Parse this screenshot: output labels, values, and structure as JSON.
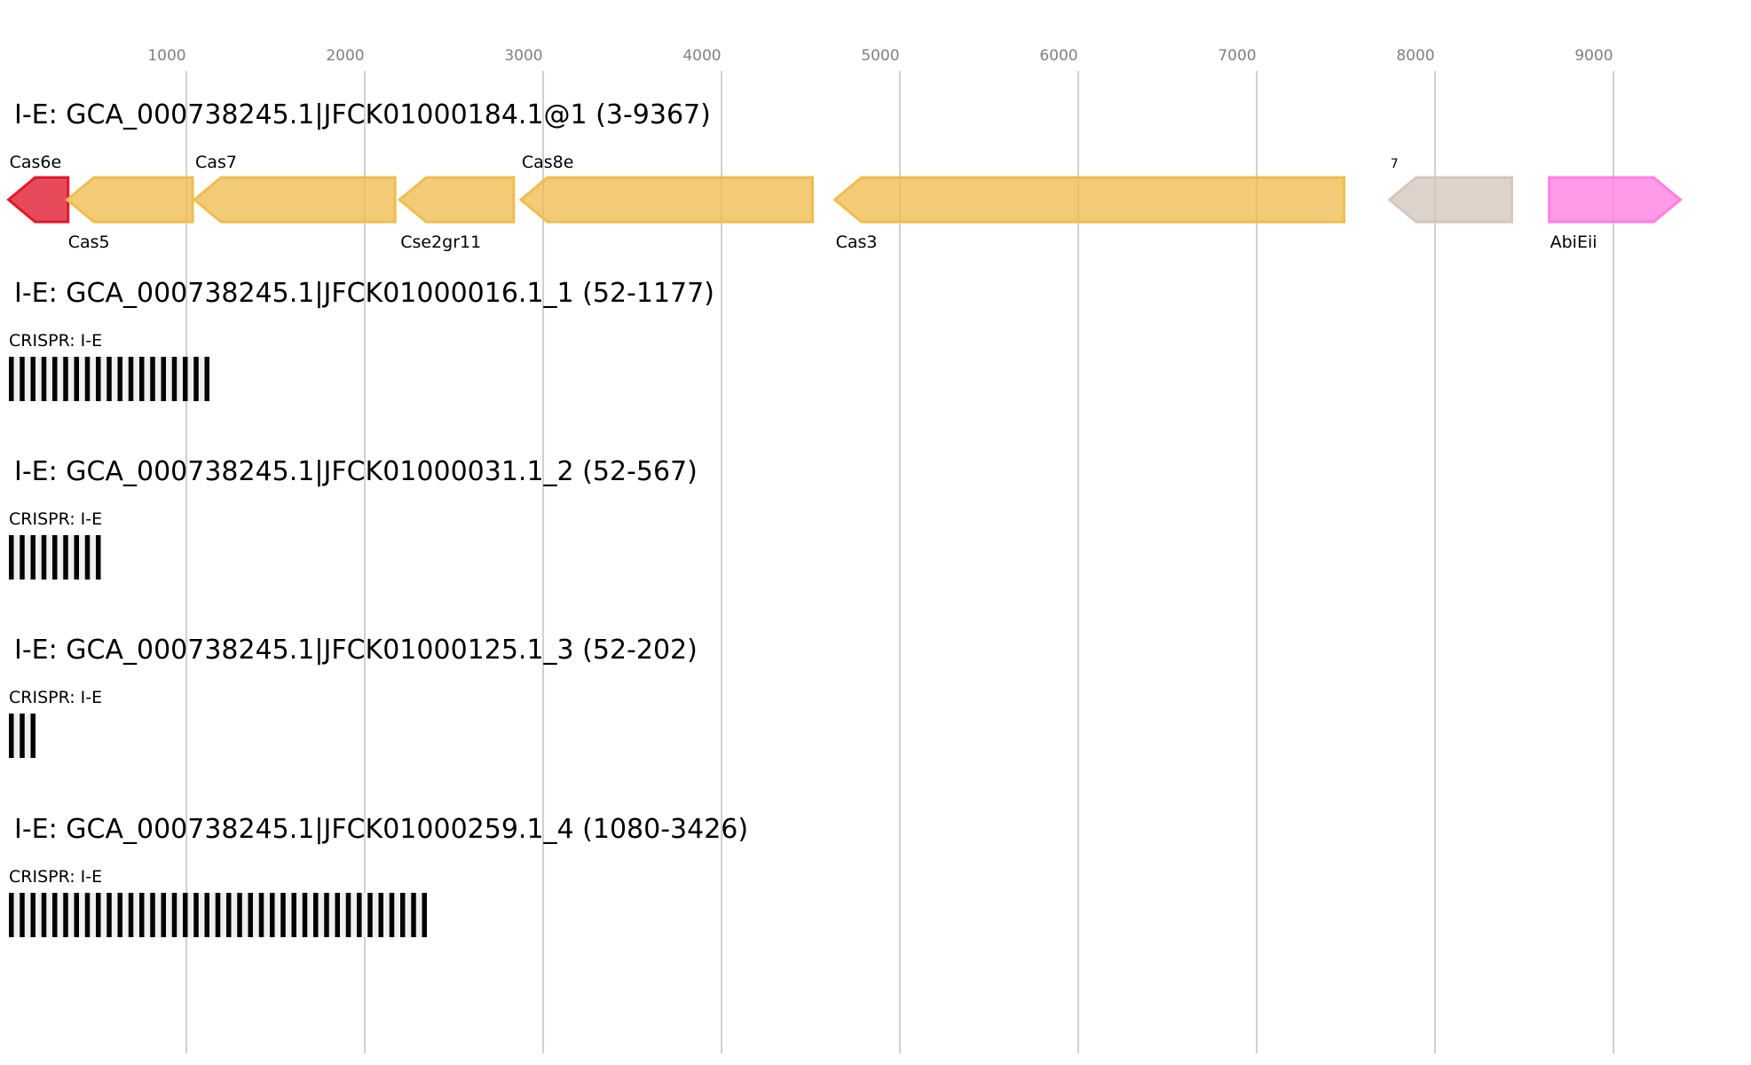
{
  "axis": {
    "ticks": [
      "1000",
      "2000",
      "3000",
      "4000",
      "5000",
      "6000",
      "7000",
      "8000",
      "9000"
    ],
    "tick_values": [
      1000,
      2000,
      3000,
      4000,
      5000,
      6000,
      7000,
      8000,
      9000
    ]
  },
  "colors": {
    "cas6e": "#e0182d",
    "core": "#efbd4f",
    "unknown": "#d5c6bd",
    "abi": "#ff7fe2",
    "gridline": "#c0c0c0",
    "repeat": "#000000",
    "spacer": "#efefef"
  },
  "locus": {
    "title": "I-E: GCA_000738245.1|JFCK01000184.1@1 (3-9367)",
    "genes": [
      {
        "name": "Cas6e",
        "label": "Cas6e",
        "pos": "top",
        "start": 3,
        "end": 337,
        "strand": "-",
        "color": "#e0182d"
      },
      {
        "name": "Cas5",
        "label": "Cas5",
        "pos": "bottom",
        "start": 332,
        "end": 1035,
        "strand": "-",
        "color": "#efbd4f"
      },
      {
        "name": "Cas7",
        "label": "Cas7",
        "pos": "top",
        "start": 1045,
        "end": 2170,
        "strand": "-",
        "color": "#efbd4f"
      },
      {
        "name": "Cse2gr11",
        "label": "Cse2gr11",
        "pos": "bottom",
        "start": 2195,
        "end": 2835,
        "strand": "-",
        "color": "#efbd4f"
      },
      {
        "name": "Cas8e",
        "label": "Cas8e",
        "pos": "top",
        "start": 2875,
        "end": 4510,
        "strand": "-",
        "color": "#efbd4f"
      },
      {
        "name": "Cas3",
        "label": "Cas3",
        "pos": "bottom",
        "start": 4635,
        "end": 7490,
        "strand": "-",
        "color": "#efbd4f"
      },
      {
        "name": "unknown-7",
        "label": "7",
        "pos": "top-small",
        "start": 7745,
        "end": 8430,
        "strand": "-",
        "color": "#d5c6bd"
      },
      {
        "name": "AbiEii",
        "label": "AbiEii",
        "pos": "bottom",
        "start": 8640,
        "end": 9375,
        "strand": "+",
        "color": "#ff7fe2"
      }
    ]
  },
  "arrays": [
    {
      "title": "I-E: GCA_000738245.1|JFCK01000016.1_1 (52-1177)",
      "label": "CRISPR: I-E",
      "repeats": 19
    },
    {
      "title": "I-E: GCA_000738245.1|JFCK01000031.1_2 (52-567)",
      "label": "CRISPR: I-E",
      "repeats": 9
    },
    {
      "title": "I-E: GCA_000738245.1|JFCK01000125.1_3 (52-202)",
      "label": "CRISPR: I-E",
      "repeats": 3
    },
    {
      "title": "I-E: GCA_000738245.1|JFCK01000259.1_4 (1080-3426)",
      "label": "CRISPR: I-E",
      "repeats": 39
    }
  ]
}
